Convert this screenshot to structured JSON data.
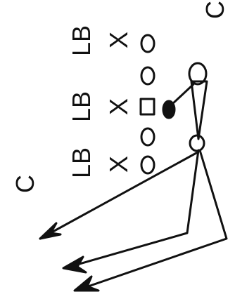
{
  "diagram": {
    "colors": {
      "ink": "#111111",
      "background": "#ffffff"
    },
    "labels": {
      "corner_top": "C",
      "corner_left": "C",
      "linebacker_top": "LB",
      "linebacker_middle": "LB",
      "linebacker_bottom": "LB",
      "defender_mark": "X"
    }
  }
}
